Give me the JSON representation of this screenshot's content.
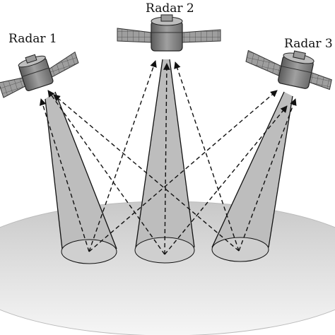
{
  "labels": {
    "radar1": "Radar 1",
    "radar2": "Radar 2",
    "radar3": "Radar 3"
  },
  "colors": {
    "background": "#ffffff",
    "ground": "#dcdcdc",
    "beam": "#bdbdbd",
    "footprint": "#cfcfcf",
    "satellite_body": "#8a8a8a",
    "satellite_panel": "#9a9a9a",
    "line": "#111111"
  },
  "icons": [
    "satellite-icon",
    "solar-panel-icon",
    "radar-beam",
    "dashed-signal-arrow"
  ]
}
